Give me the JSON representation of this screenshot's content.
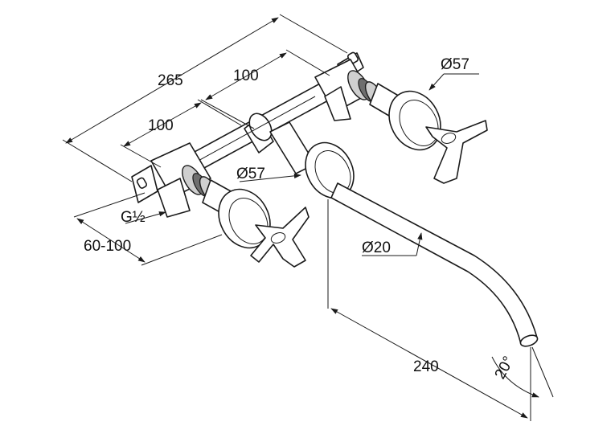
{
  "dimensions": {
    "overall_width": "265",
    "spacing_right": "100",
    "spacing_left": "100",
    "handle_diameter_right": "Ø57",
    "spout_rosette_diameter": "Ø57",
    "connection_thread": "G½",
    "wall_depth_range": "60-100",
    "spout_diameter": "Ø20",
    "spout_projection": "240",
    "spout_angle": "20°"
  },
  "colors": {
    "line": "#1a1a1a",
    "shade": "#cfcfcf",
    "background": "#ffffff"
  }
}
